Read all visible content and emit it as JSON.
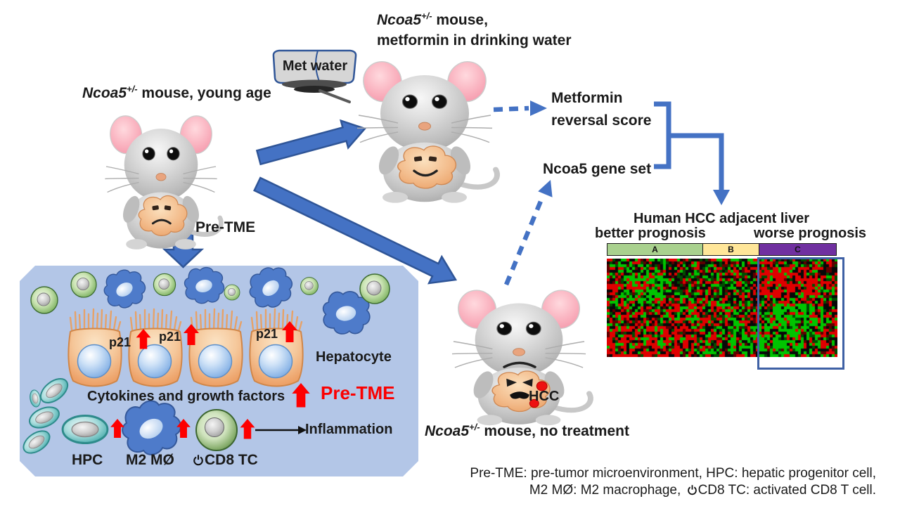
{
  "colors": {
    "accent_blue": "#4472c4",
    "accent_blue_dark": "#2f5597",
    "red_arrow": "#fe0000",
    "pre_tme_red": "#fb0000",
    "box_bg": "#b3c6e7"
  },
  "labels": {
    "top_mouse": {
      "gene": "Ncoa5",
      "sup": "+/-",
      "rest": " mouse,",
      "line2": "metformin in drinking water"
    },
    "left_mouse": {
      "gene": "Ncoa5",
      "sup": "+/-",
      "rest": " mouse, young age"
    },
    "bottom_mouse": {
      "gene": "Ncoa5",
      "sup": "+/-",
      "rest": " mouse, no treatment"
    },
    "met_water": "Met water",
    "pre_tme_pointer": "Pre-TME",
    "metformin_score_line1": "Metformin",
    "metformin_score_line2": "reversal score",
    "ncoa5_gene_set": "Ncoa5 gene set",
    "hcc": "HCC"
  },
  "heatmap_panel": {
    "title": "Human HCC adjacent liver",
    "better": "better prognosis",
    "worse": "worse prognosis",
    "columns": [
      {
        "label": "A",
        "color": "#a9d18e",
        "width": 137
      },
      {
        "label": "B",
        "color": "#ffe699",
        "width": 80
      },
      {
        "label": "C",
        "color": "#7030a0",
        "width": 110
      }
    ],
    "heatmap": {
      "cols": 82,
      "rows": 35,
      "cellW": 4,
      "cellH": 4,
      "seed": 7,
      "palette": {
        "r": "#e00000",
        "g": "#00c400",
        "k": "#080808",
        "dr": "#5e0000",
        "dg": "#004d00"
      },
      "base": {
        "r": 1.0,
        "g": 1.0,
        "k": 1.15,
        "dr": 0.5,
        "dg": 0.5
      },
      "patches": [
        [
          6,
          22,
          6,
          14,
          "g",
          4.0
        ],
        [
          0,
          20,
          9,
          10,
          "r",
          5.0
        ],
        [
          0,
          32,
          24,
          34,
          "r",
          3.0
        ],
        [
          22,
          42,
          14,
          22,
          "r",
          2.2
        ],
        [
          40,
          54,
          24,
          32,
          "g",
          2.0
        ],
        [
          54,
          72,
          3,
          12,
          "r",
          5.0
        ],
        [
          72,
          81,
          0,
          12,
          "r",
          2.5
        ],
        [
          56,
          76,
          16,
          27,
          "g",
          4.5
        ],
        [
          54,
          68,
          28,
          34,
          "g",
          3.0
        ],
        [
          76,
          81,
          20,
          34,
          "r",
          2.0
        ]
      ]
    }
  },
  "tme_box": {
    "p21": "p21",
    "hepatocyte": "Hepatocyte",
    "cytokines": "Cytokines and growth factors",
    "pre_tme": "Pre-TME",
    "hpc": "HPC",
    "m2": "M2 MØ",
    "cd8": "CD8 TC",
    "inflammation": "Inflammation"
  },
  "legend": {
    "line1": "Pre-TME: pre-tumor microenvironment, HPC: hepatic progenitor cell,",
    "line2_pre": "M2 MØ: M2 macrophage,",
    "line2_post": "CD8 TC: activated CD8 T cell."
  }
}
